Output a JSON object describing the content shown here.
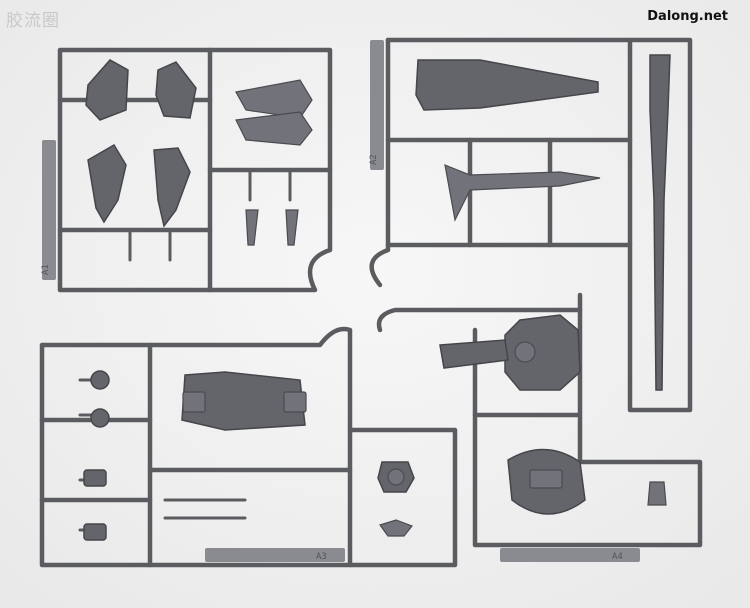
{
  "watermarks": {
    "left": "胶流圈",
    "right": "Dalong.net"
  },
  "runner_tags": {
    "a1": "A1",
    "a2": "A2",
    "a3": "A3",
    "a4": "A4"
  },
  "colors": {
    "background": "#f4f4f4",
    "plastic": "#5b5c60"
  }
}
